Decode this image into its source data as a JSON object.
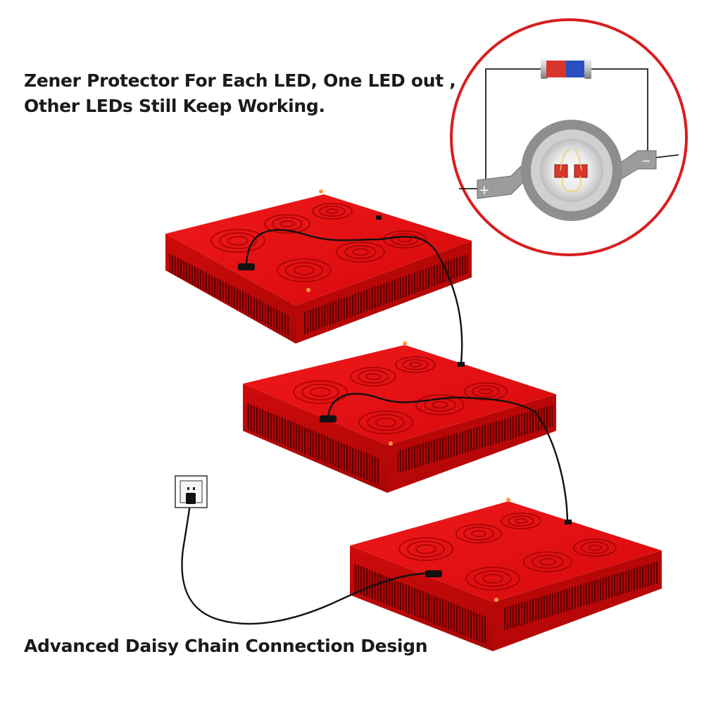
{
  "headline": {
    "line1": "Zener Protector For Each LED, One LED out ,",
    "line2": "Other LEDs Still Keep Working."
  },
  "footer": {
    "caption": "Advanced Daisy Chain Connection Design"
  },
  "inset": {
    "plus_symbol": "+",
    "minus_symbol": "−"
  },
  "panel_count": 3,
  "colors": {
    "panel_top": "#e60f10",
    "panel_side": "#c40808",
    "panel_edge": "#a80505",
    "grille": "#7a0000",
    "cable": "#111111",
    "inset_ring": "#d81e1e",
    "zener_red": "#d8352c",
    "zener_blue": "#2a4fc0"
  }
}
